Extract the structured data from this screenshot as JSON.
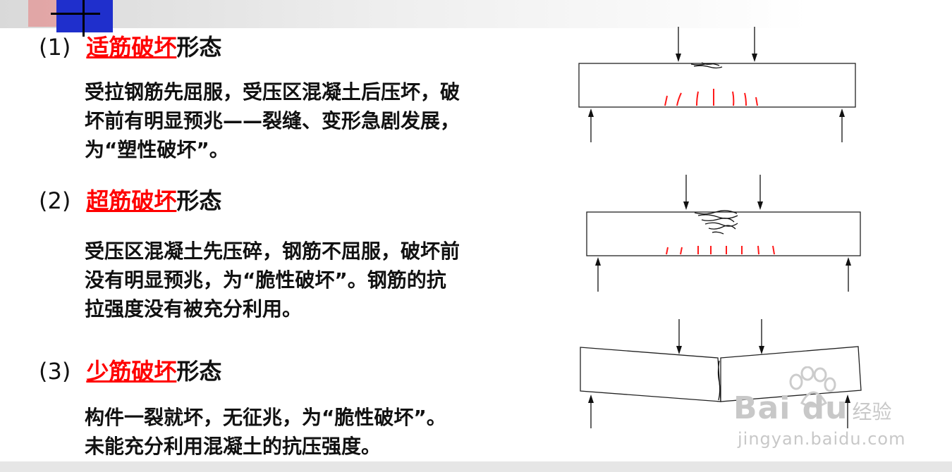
{
  "sections": [
    {
      "num": "(1)",
      "term": "适筋破坏",
      "suffix": "形态",
      "lines": [
        " 受拉钢筋先屈服，受压区混凝土后压坏，破",
        "坏前有明显预兆——裂缝、变形急剧发展，",
        "为“塑性破坏”。"
      ]
    },
    {
      "num": "(2)",
      "term": "超筋破坏",
      "suffix": "形态",
      "lines": [
        " 受压区混凝土先压碎，钢筋不屈服，破坏前",
        "没有明显预兆，为“脆性破坏”。钢筋的抗",
        "拉强度没有被充分利用。"
      ]
    },
    {
      "num": "(3)",
      "term": "少筋破坏",
      "suffix": "形态",
      "lines": [
        " 构件一裂就坏，无征兆，为“脆性破坏”。",
        "未能充分利用混凝土的抗压强度。"
      ]
    }
  ],
  "watermark": {
    "logo": "Bai du",
    "sub": "经验",
    "url": "jingyan.baidu.com"
  },
  "colors": {
    "accent": "#ff0000",
    "text": "#111111"
  }
}
